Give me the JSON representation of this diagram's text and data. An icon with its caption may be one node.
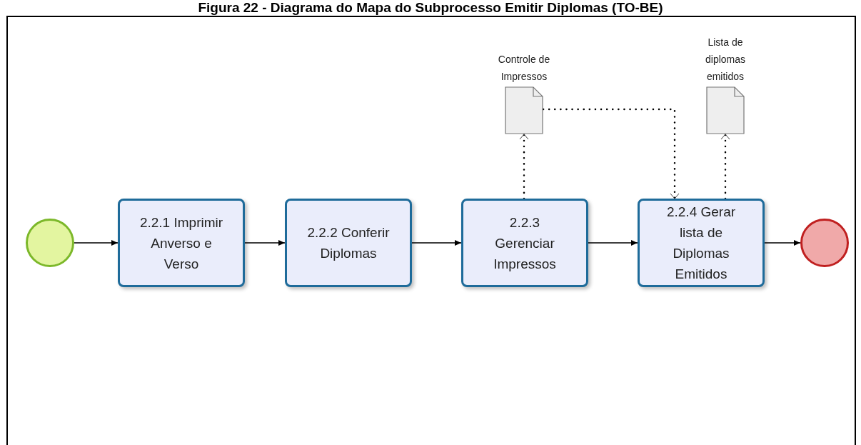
{
  "diagram": {
    "title": "Figura 22 - Diagrama do Mapa do Subprocesso Emitir Diplomas (TO-BE)",
    "nodes": [
      {
        "text": [],
        "shape": "circle"
      },
      {
        "text": [
          "2.2.1 Imprimir Anverso e Verso"
        ]
      },
      {
        "text": [
          "2.2.2 Conferir Diplomas"
        ]
      },
      {
        "text": [
          "2.2.3 Gerenciar Impressos"
        ]
      },
      {
        "text": [
          "2.2.4 Gerar lista de Diplomas Emitidos"
        ]
      },
      {
        "text": [],
        "shape": "circle"
      },
      {
        "text": [
          "Controle de Impressos"
        ]
      },
      {
        "text": [
          "Lista de diplomas emitidos"
        ]
      }
    ],
    "edges": [
      {
        "from": 0,
        "to": 1,
        "arrow": "to"
      },
      {
        "from": 1,
        "to": 2,
        "arrow": "to"
      },
      {
        "from": 2,
        "to": 3,
        "arrow": "to"
      },
      {
        "from": 3,
        "to": 4,
        "arrow": "to"
      },
      {
        "from": 4,
        "to": 5,
        "arrow": "to"
      },
      {
        "from": 3,
        "to": 6,
        "arrow": "to",
        "style": "dashed"
      },
      {
        "from": 6,
        "to": 4,
        "arrow": "to",
        "style": "dashed"
      },
      {
        "from": 4,
        "to": 7,
        "arrow": "to",
        "style": "dashed"
      }
    ]
  }
}
